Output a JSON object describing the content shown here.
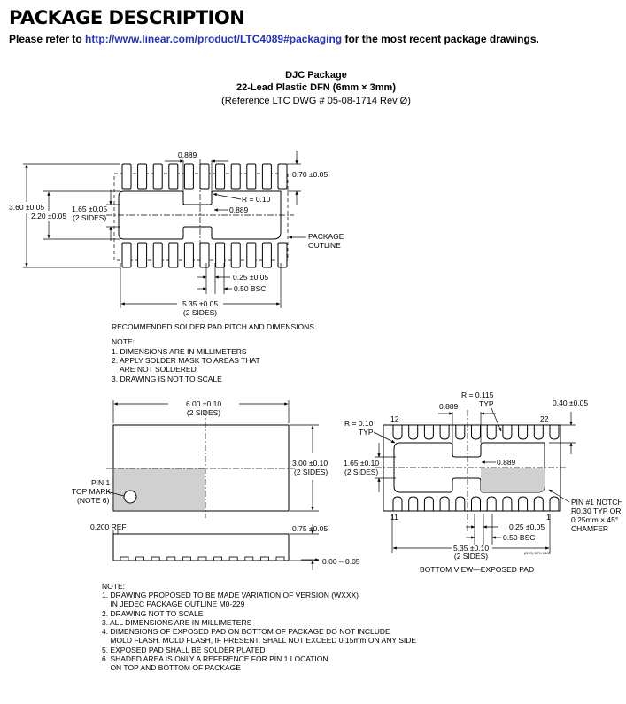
{
  "header": {
    "title": "PACKAGE DESCRIPTION",
    "refer_prefix": "Please refer to ",
    "refer_link": "http://www.linear.com/product/LTC4089#packaging",
    "refer_suffix": " for the most recent package drawings."
  },
  "package": {
    "name": "DJC Package",
    "subtitle": "22-Lead Plastic DFN (6mm × 3mm)",
    "reference": "(Reference LTC DWG # 05-08-1714 Rev Ø)"
  },
  "solder_pad": {
    "dim_0889_top": "0.889",
    "dim_070": "0.70 ±0.05",
    "dim_r010": "R = 0.10",
    "dim_0889_mid": "0.889",
    "dim_360": "3.60 ±0.05",
    "dim_220": "2.20 ±0.05",
    "dim_165": "1.65 ±0.05",
    "dim_165_note": "(2 SIDES)",
    "package_outline_1": "PACKAGE",
    "package_outline_2": "OUTLINE",
    "dim_025": "0.25 ±0.05",
    "dim_050": "0.50 BSC",
    "dim_535": "5.35 ±0.05",
    "dim_535_note": "(2 SIDES)",
    "caption": "RECOMMENDED SOLDER PAD PITCH AND DIMENSIONS",
    "notes_title": "NOTE:",
    "notes": [
      "1. DIMENSIONS ARE IN MILLIMETERS",
      "2. APPLY SOLDER MASK TO AREAS THAT",
      "    ARE NOT SOLDERED",
      "3. DRAWING IS NOT TO SCALE"
    ]
  },
  "top_view": {
    "dim_600": "6.00 ±0.10",
    "dim_600_note": "(2 SIDES)",
    "dim_300": "3.00 ±0.10",
    "dim_300_note": "(2 SIDES)",
    "pin1_lines": [
      "PIN 1",
      "TOP MARK",
      "(NOTE 6)"
    ],
    "dim_0200": "0.200 REF",
    "dim_075": "0.75 ±0.05",
    "dim_000": "0.00 – 0.05"
  },
  "bottom_view": {
    "dim_r0115": "R = 0.115",
    "dim_typ_a": "TYP",
    "dim_0889": "0.889",
    "dim_040": "0.40 ±0.05",
    "dim_r010": "R = 0.10",
    "dim_typ_b": "TYP",
    "pin12": "12",
    "pin22": "22",
    "pin11": "11",
    "pin1": "1",
    "dim_0889_mid": "0.889",
    "dim_165": "1.65 ±0.10",
    "dim_165_note": "(2 SIDES)",
    "notch_lines": [
      "PIN #1 NOTCH",
      "R0.30 TYP OR",
      "0.25mm × 45°",
      "CHAMFER"
    ],
    "dim_025": "0.25 ±0.05",
    "dim_050": "0.50 BSC",
    "dim_535": "5.35 ±0.10",
    "dim_535_note": "(2 SIDES)",
    "small_code": "(DJC) DFN 0405",
    "caption": "BOTTOM VIEW—EXPOSED PAD"
  },
  "notes2": {
    "title": "NOTE:",
    "lines": [
      "1. DRAWING PROPOSED TO BE MADE VARIATION OF VERSION (WXXX)",
      "    IN JEDEC PACKAGE OUTLINE M0-229",
      "2. DRAWING NOT TO SCALE",
      "3. ALL DIMENSIONS ARE IN MILLIMETERS",
      "4. DIMENSIONS OF EXPOSED PAD ON BOTTOM OF PACKAGE DO NOT INCLUDE",
      "    MOLD FLASH. MOLD FLASH, IF PRESENT, SHALL NOT EXCEED 0.15mm ON ANY SIDE",
      "5. EXPOSED PAD SHALL BE SOLDER PLATED",
      "6. SHADED AREA IS ONLY A REFERENCE FOR PIN 1 LOCATION",
      "    ON TOP AND BOTTOM OF PACKAGE"
    ]
  },
  "colors": {
    "link": "#2233bb",
    "shade": "#d0d0d0"
  }
}
